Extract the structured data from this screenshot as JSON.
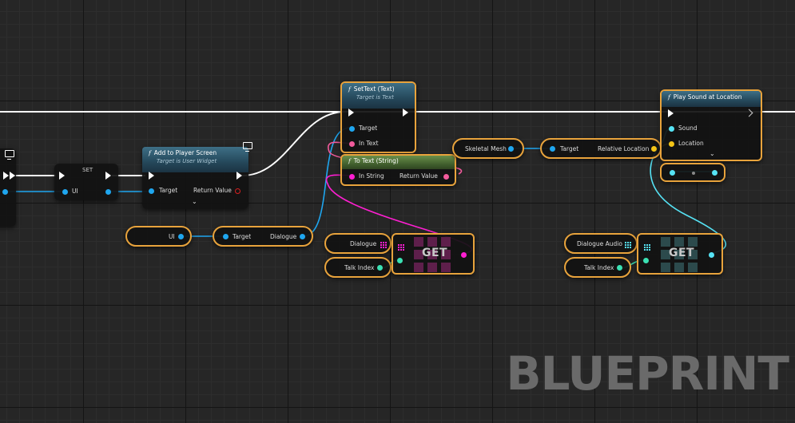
{
  "nodes": {
    "set": {
      "title": "SET",
      "pin_ui": "UI"
    },
    "add_to_screen": {
      "title": "Add to Player Screen",
      "subtitle": "Target is User Widget",
      "pin_target": "Target",
      "pin_return": "Return Value"
    },
    "ui_var": {
      "label": "UI"
    },
    "dialogue_get": {
      "pin_target": "Target",
      "pin_out": "Dialogue"
    },
    "set_text": {
      "title": "SetText (Text)",
      "subtitle": "Target is Text",
      "pin_target": "Target",
      "pin_in_text": "In Text"
    },
    "to_text": {
      "title": "To Text (String)",
      "pin_in": "In String",
      "pin_return": "Return Value"
    },
    "dialogue_var": {
      "label": "Dialogue"
    },
    "talk_index_1": {
      "label": "Talk Index"
    },
    "get_1": {
      "label": "GET"
    },
    "skeletal_mesh": {
      "label": "Skeletal Mesh"
    },
    "rel_location": {
      "pin_target": "Target",
      "pin_out": "Relative Location"
    },
    "play_sound": {
      "title": "Play Sound at Location",
      "pin_sound": "Sound",
      "pin_location": "Location"
    },
    "dialogue_audio_var": {
      "label": "Dialogue Audio"
    },
    "talk_index_2": {
      "label": "Talk Index"
    },
    "get_2": {
      "label": "GET"
    }
  },
  "watermark": "BLUEPRINT",
  "colors": {
    "selection": "#e8a33c",
    "object_pin": "#1fa6ef",
    "text_pin": "#f25b9c",
    "string_pin": "#ff1fd2",
    "int_pin": "#3be1b3",
    "vector_pin": "#f5c517",
    "sound_wire": "#56e3f5"
  }
}
